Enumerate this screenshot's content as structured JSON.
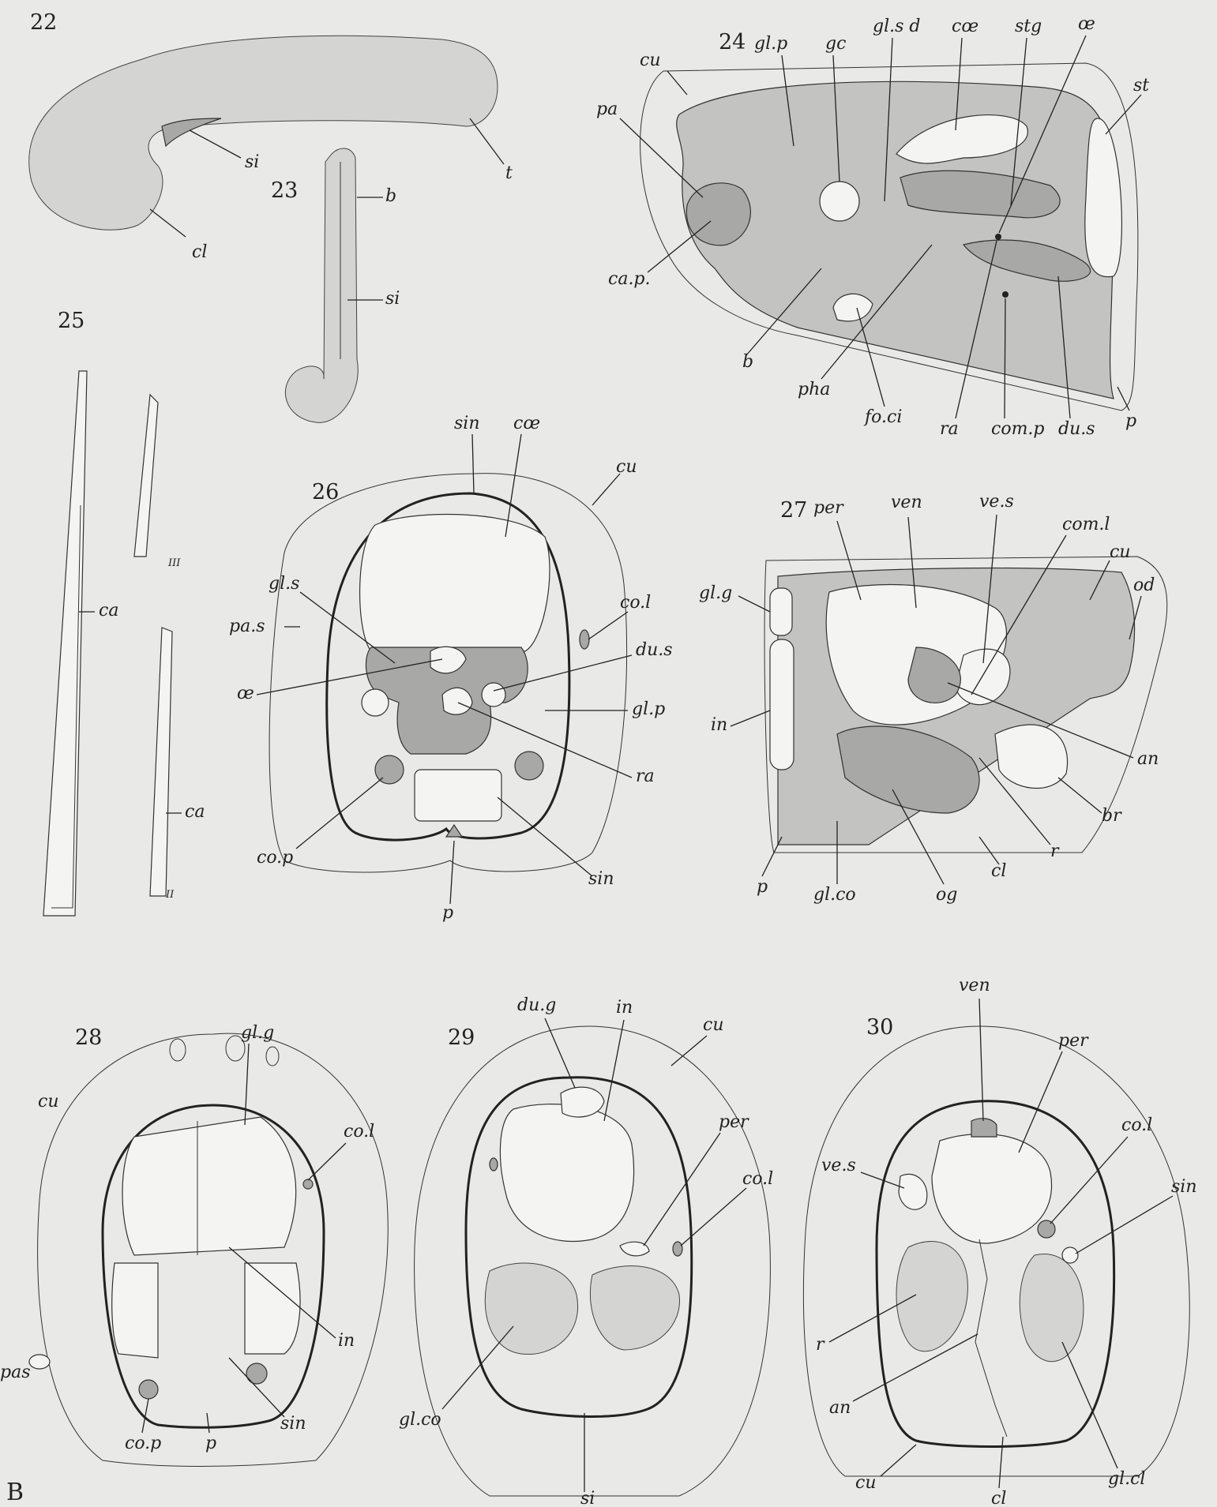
{
  "figures": {
    "f22": {
      "number": "22",
      "labels": {
        "si": "si",
        "t": "t",
        "cl": "cl"
      }
    },
    "f23": {
      "number": "23",
      "labels": {
        "b": "b",
        "si": "si"
      }
    },
    "f24": {
      "number": "24",
      "labels": {
        "glp": "gl.p",
        "gc": "gc",
        "glsd": "gl.s d",
        "coe": "cœ",
        "stg": "stg",
        "oe": "œ",
        "st": "st",
        "cu": "cu",
        "pa": "pa",
        "cap": "ca.p.",
        "b": "b",
        "pha": "pha",
        "foci": "fo.ci",
        "ra": "ra",
        "comp": "com.p",
        "dus": "du.s",
        "p": "p"
      }
    },
    "f25": {
      "number": "25",
      "labels": {
        "ca1": "ca",
        "ca2": "ca",
        "iii": "III",
        "ii": "II"
      }
    },
    "f26": {
      "number": "26",
      "labels": {
        "sin": "sin",
        "coe": "cœ",
        "cu": "cu",
        "gls": "gl.s",
        "col": "co.l",
        "pas": "pa.s",
        "dus": "du.s",
        "oe": "œ",
        "glp": "gl.p",
        "ra": "ra",
        "cop": "co.p",
        "sin2": "sin",
        "p": "p"
      }
    },
    "f27": {
      "number": "27",
      "labels": {
        "per": "per",
        "ven": "ven",
        "ves": "ve.s",
        "coml": "com.l",
        "cu": "cu",
        "od": "od",
        "glg": "gl.g",
        "in": "in",
        "an": "an",
        "br": "br",
        "r": "r",
        "cl": "cl",
        "og": "og",
        "glco": "gl.co",
        "p": "p"
      }
    },
    "f28": {
      "number": "28",
      "labels": {
        "glg": "gl.g",
        "cu": "cu",
        "col": "co.l",
        "in": "in",
        "pas": "pas",
        "sin": "sin",
        "cop": "co.p",
        "p": "p"
      }
    },
    "f29": {
      "number": "29",
      "labels": {
        "dug": "du.g",
        "in": "in",
        "cu": "cu",
        "per": "per",
        "col": "co.l",
        "glco": "gl.co",
        "si": "si"
      }
    },
    "f30": {
      "number": "30",
      "labels": {
        "ven": "ven",
        "per": "per",
        "col": "co.l",
        "ves": "ve.s",
        "sin": "sin",
        "r": "r",
        "an": "an",
        "cu": "cu",
        "cl": "cl",
        "glcl": "gl.cl"
      }
    }
  },
  "signature": "B"
}
